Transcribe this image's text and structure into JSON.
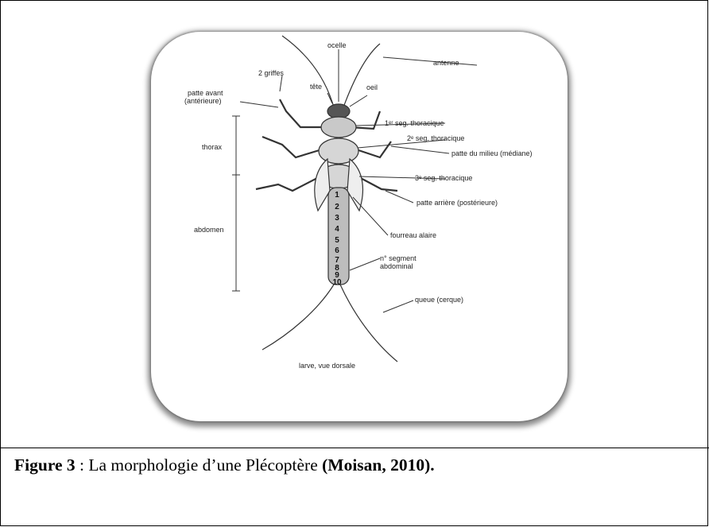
{
  "figure": {
    "labels": {
      "ocelle": "ocelle",
      "antenne": "antenne",
      "griffes": "2 griffes",
      "tete": "tête",
      "oeil": "oeil",
      "patte_avant_1": "patte avant",
      "patte_avant_2": "(antérieure)",
      "seg1": "1ᵉʳ seg. thoracique",
      "seg2": "2ᵉ seg. thoracique",
      "patte_milieu": "patte du milieu (médiane)",
      "thorax": "thorax",
      "seg3": "3ᵉ seg. thoracique",
      "patte_arriere": "patte arrière (postérieure)",
      "abdomen": "abdomen",
      "fourreau": "fourreau alaire",
      "nseg_1": "n° segment",
      "nseg_2": "abdominal",
      "queue": "queue (cerque)",
      "larve": "larve, vue dorsale"
    },
    "segment_numbers": [
      "1",
      "2",
      "3",
      "4",
      "5",
      "6",
      "7",
      "8",
      "9",
      "10"
    ]
  },
  "caption": {
    "figure_label": "Figure 3",
    "separator": " : ",
    "text": "La morphologie d’une Plécoptère ",
    "citation": "(Moisan, 2010)."
  }
}
